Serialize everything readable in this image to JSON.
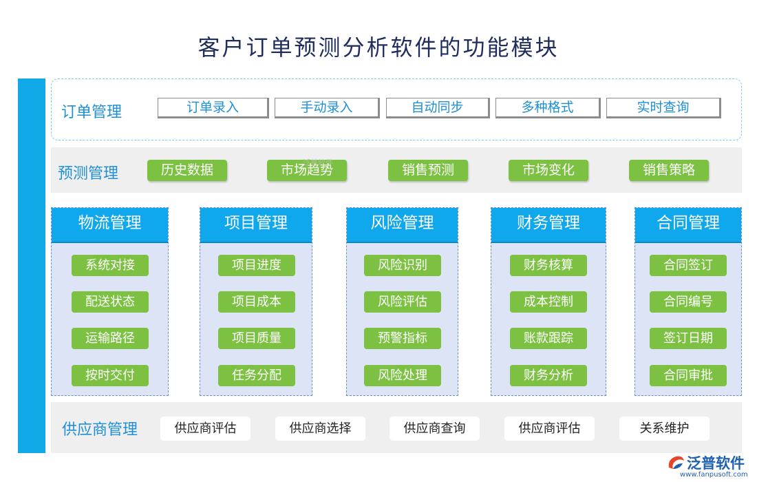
{
  "title": "客户订单预测分析软件的功能模块",
  "order": {
    "label": "订单管理",
    "items": [
      "订单录入",
      "手动录入",
      "自动同步",
      "多种格式",
      "实时查询"
    ]
  },
  "forecast": {
    "label": "预测管理",
    "items": [
      "历史数据",
      "市场趋势",
      "销售预测",
      "市场变化",
      "销售策略"
    ]
  },
  "modules": [
    {
      "title": "物流管理",
      "items": [
        "系统对接",
        "配送状态",
        "运输路径",
        "按时交付"
      ]
    },
    {
      "title": "项目管理",
      "items": [
        "项目进度",
        "项目成本",
        "项目质量",
        "任务分配"
      ]
    },
    {
      "title": "风险管理",
      "items": [
        "风险识别",
        "风险评估",
        "预警指标",
        "风险处理"
      ]
    },
    {
      "title": "财务管理",
      "items": [
        "财务核算",
        "成本控制",
        "账款跟踪",
        "财务分析"
      ]
    },
    {
      "title": "合同管理",
      "items": [
        "合同签订",
        "合同编号",
        "签订日期",
        "合同审批"
      ]
    }
  ],
  "supplier": {
    "label": "供应商管理",
    "items": [
      "供应商评估",
      "供应商选择",
      "供应商查询",
      "供应商评估",
      "关系维护"
    ]
  },
  "watermark": "泛普软件",
  "logo": {
    "name": "泛普软件",
    "url": "www.fanpusoft.com",
    "icon": "fanpu-logo-icon"
  },
  "colors": {
    "accent_blue": "#12a9e8",
    "label_blue": "#1f8fd6",
    "pill_green": "#7cc142",
    "panel_gray": "#efefef",
    "module_bg": "#dce4f5"
  }
}
